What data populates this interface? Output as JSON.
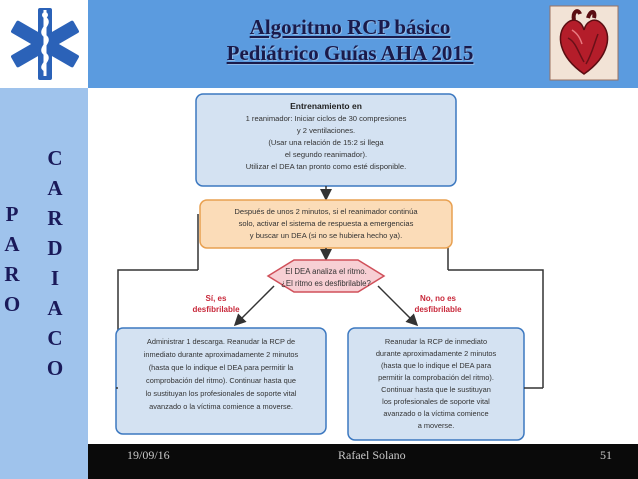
{
  "title": {
    "line1": "Algoritmo RCP básico",
    "line2": "Pediátrico Guías AHA 2015"
  },
  "sidebar": {
    "word1": [
      "P",
      "A",
      "R",
      "O"
    ],
    "word2": [
      "C",
      "A",
      "R",
      "D",
      "I",
      "A",
      "C",
      "O"
    ]
  },
  "flowchart": {
    "box1": {
      "heading": "Entrenamiento en",
      "lines": [
        "1 reanimador: Iniciar ciclos de 30 compresiones",
        "y 2 ventilaciones.",
        "(Usar una relación de 15:2 si llega",
        "el segundo reanimador).",
        "Utilizar el DEA tan pronto como esté disponible."
      ]
    },
    "box2": {
      "lines": [
        "Después de unos 2 minutos, si el reanimador continúa",
        "solo, activar el sistema de respuesta a emergencias",
        "y buscar un DEA (si no se hubiera hecho ya)."
      ]
    },
    "diamond": {
      "lines": [
        "El DEA analiza el ritmo.",
        "¿El ritmo es desfibrilable?"
      ]
    },
    "yes_label": [
      "Sí, es",
      "desfibrilable"
    ],
    "no_label": [
      "No, no es",
      "desfibrilable"
    ],
    "box_left": {
      "lines": [
        "Administrar 1 descarga. Reanudar la RCP de",
        "inmediato durante aproximadamente 2 minutos",
        "(hasta que lo indique el DEA para permitir la",
        "comprobación del ritmo). Continuar hasta que",
        "lo sustituyan los profesionales de soporte vital",
        "avanzado o la víctima comience a moverse."
      ]
    },
    "box_right": {
      "lines": [
        "Reanudar la RCP de inmediato",
        "durante aproximadamente 2 minutos",
        "(hasta que lo indique el DEA para",
        "permitir la comprobación del ritmo).",
        "Continuar hasta que le sustituyan",
        "los profesionales de soporte vital",
        "avanzado o la víctima comience",
        "a moverse."
      ]
    }
  },
  "footer": {
    "date": "19/09/16",
    "author": "Rafael  Solano",
    "page": "51"
  },
  "colors": {
    "blue_box": "#d4e2f2",
    "blue_border": "#3c78c0",
    "orange_box": "#fbdcb8",
    "orange_border": "#e8a050",
    "diamond_fill": "#f7cfd4",
    "diamond_border": "#d0505a",
    "red_label": "#c8283a"
  }
}
